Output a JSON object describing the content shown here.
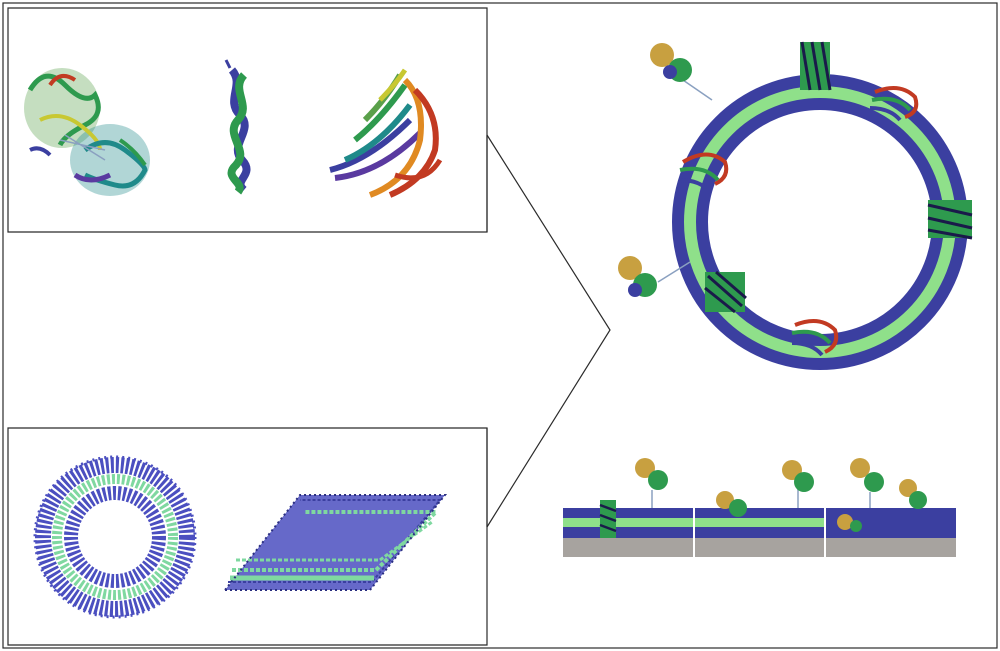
{
  "figure": {
    "panels": {
      "top_left": {
        "items": [
          "protein-globular-ribbon",
          "protein-coiled-coil-helix",
          "protein-beta-barrel"
        ]
      },
      "bottom_left": {
        "items": [
          "lipid-vesicle-ring",
          "lipid-bilayer-sheet"
        ]
      },
      "right": {
        "items": [
          "vesicle-with-membrane-proteins",
          "supported-bilayer-segments"
        ]
      }
    },
    "colors": {
      "outline": "#2b2b2b",
      "bilayer_blue": "#3b3fa0",
      "bilayer_green": "#8fe08a",
      "substrate_gray": "#a7a39f",
      "protein_green": "#2e9a4e",
      "protein_teal": "#1f8a8a",
      "protein_red": "#c23a22",
      "protein_orange": "#e08a22",
      "protein_yellow": "#c8c832",
      "protein_purple": "#5a3aa0",
      "lipid_blue": "#4b4fc0",
      "lipid_green": "#7fd8a0"
    },
    "icons": [
      "arrow-callout-icon"
    ]
  }
}
